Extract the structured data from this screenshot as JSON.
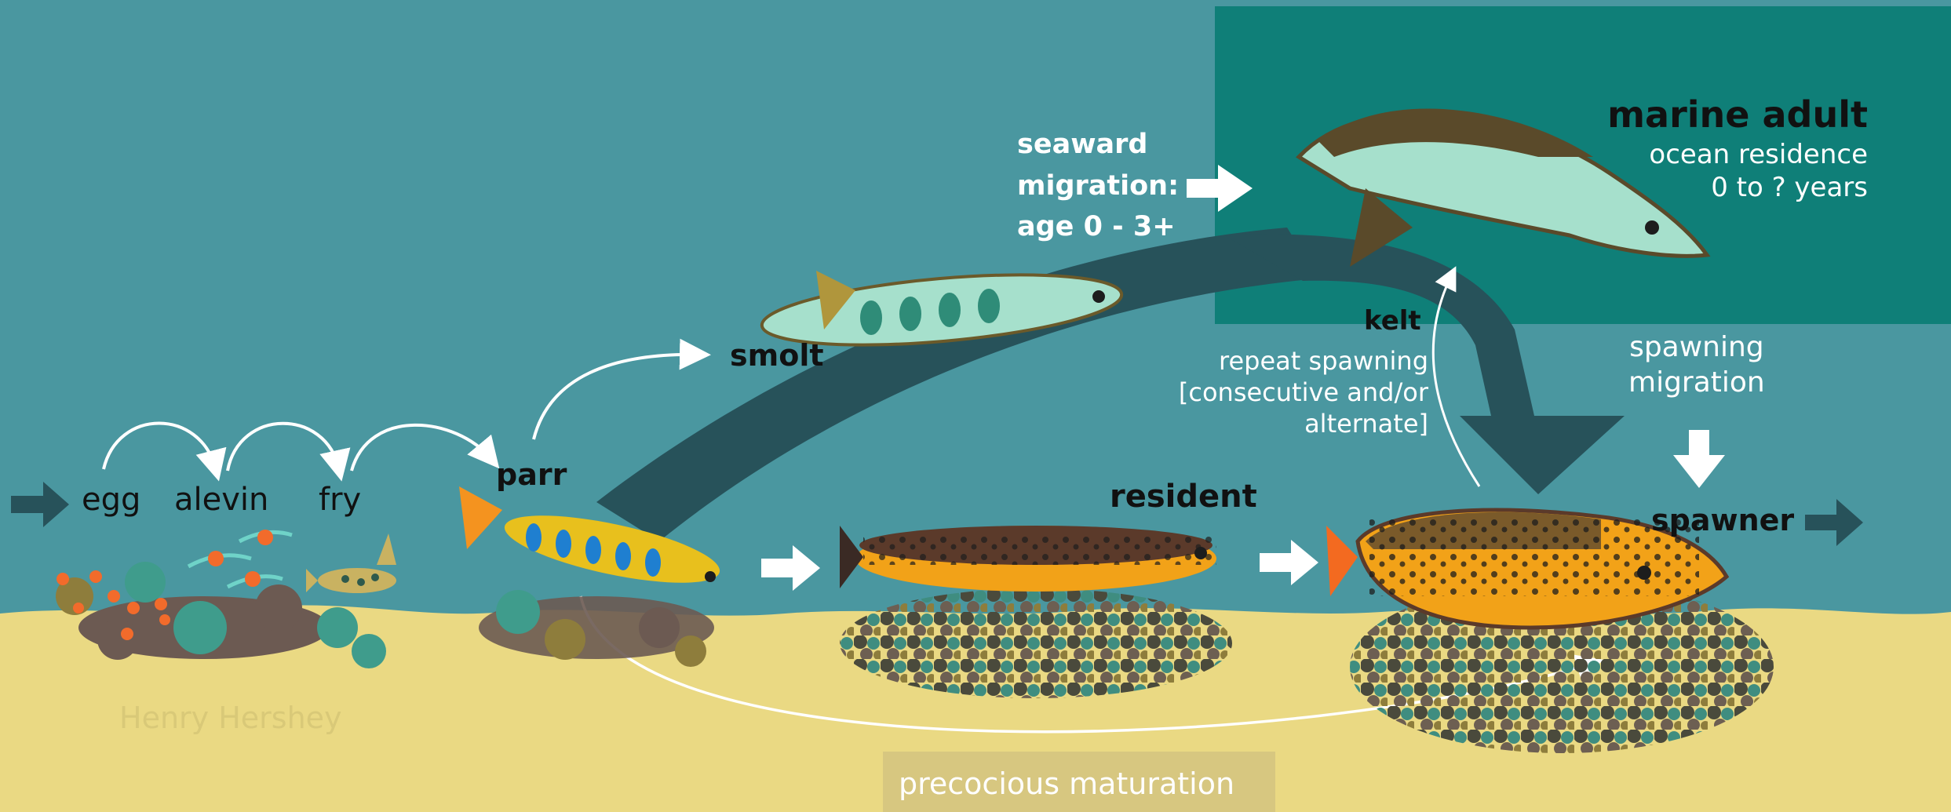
{
  "colors": {
    "water": "#4a97a0",
    "ocean": "#0f7f78",
    "sand": "#ead983",
    "arrow_dark": "#27525a",
    "arrow_light": "#ffffff",
    "label_box": "#d7c780"
  },
  "stages": {
    "egg": "egg",
    "alevin": "alevin",
    "fry": "fry",
    "parr": "parr",
    "smolt": "smolt",
    "resident": "resident",
    "spawner": "spawner",
    "kelt": "kelt"
  },
  "marine_adult": {
    "title": "marine adult",
    "line1": "ocean residence",
    "line2": "0 to ? years"
  },
  "seaward": {
    "line1": "seaward",
    "line2": "migration:",
    "line3": "age 0 - 3+"
  },
  "kelt_note": {
    "line1": "repeat spawning",
    "line2": "[consecutive and/or",
    "line3": "alternate]"
  },
  "spawning_migration": {
    "line1": "spawning",
    "line2": "migration"
  },
  "precocious": "precocious maturation",
  "credit": "Henry Hershey",
  "icons": [
    "egg-cluster-icon",
    "alevin-icon",
    "fry-icon",
    "parr-fish-icon",
    "smolt-fish-icon",
    "resident-fish-icon",
    "marine-adult-fish-icon",
    "spawner-fish-icon",
    "gravel-icon"
  ]
}
